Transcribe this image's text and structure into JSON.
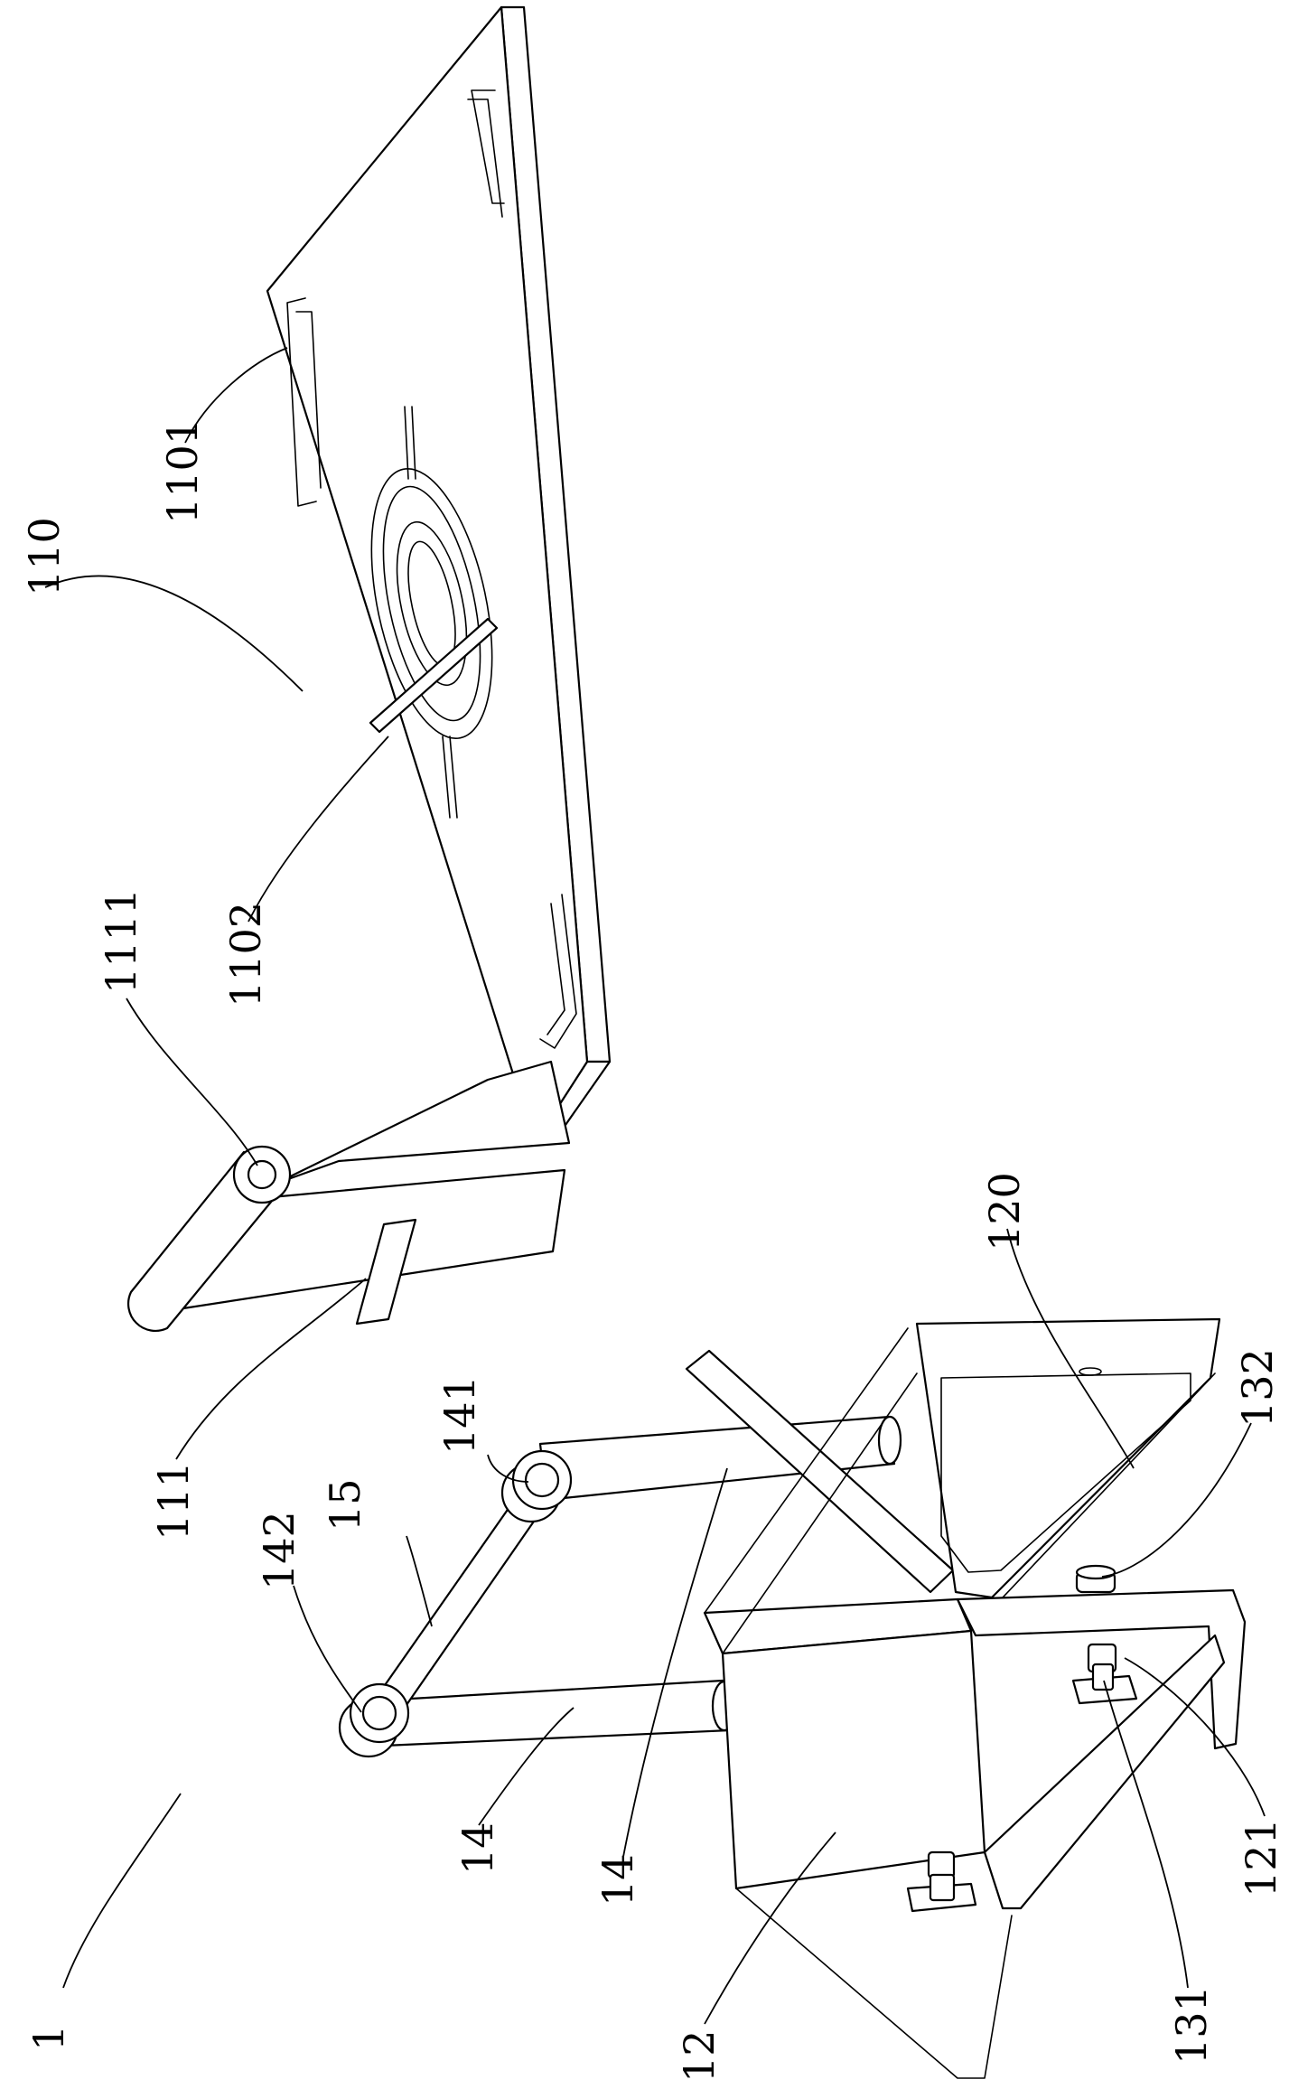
{
  "labels": {
    "l1": "1",
    "l110": "110",
    "l1101": "1101",
    "l1102": "1102",
    "l1111": "1111",
    "l111": "111",
    "l120": "120",
    "l121": "121",
    "l131": "131",
    "l132": "132",
    "l141": "141",
    "l142": "142",
    "l14a": "14",
    "l14b": "14",
    "l15": "15",
    "l12": "12"
  }
}
